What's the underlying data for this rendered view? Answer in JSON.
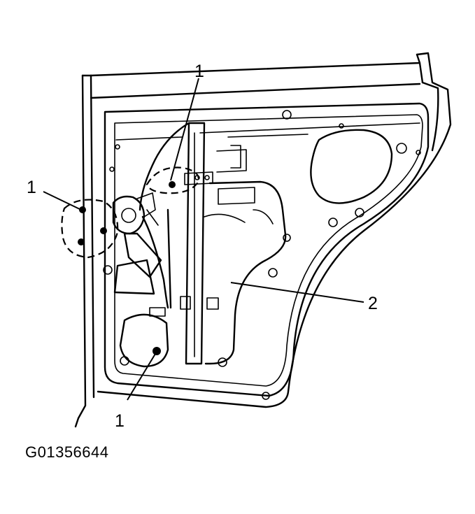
{
  "diagram": {
    "figure_id": "G01356644",
    "callouts": [
      {
        "id": "top",
        "label": "1"
      },
      {
        "id": "left",
        "label": "1"
      },
      {
        "id": "bottom",
        "label": "1"
      },
      {
        "id": "right",
        "label": "2"
      }
    ]
  }
}
